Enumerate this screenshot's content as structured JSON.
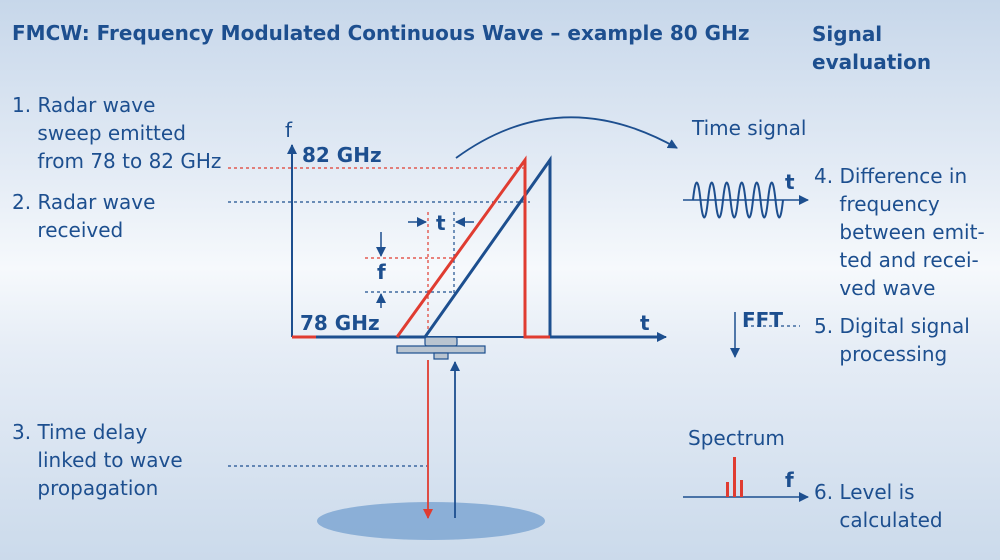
{
  "title": "FMCW: Frequency Modulated Continuous Wave – example 80 GHz",
  "signal_evaluation": "Signal\nevaluation",
  "steps": {
    "step1": "1. Radar wave\n    sweep emitted\n    from 78 to 82 GHz",
    "step2": "2. Radar wave\n    received",
    "step3": "3. Time delay\n    linked to wave\n    propagation",
    "step4": "4. Difference in\n    frequency\n    between emit-\n    ted and recei-\n    ved wave",
    "step5": "5. Digital signal\n    processing",
    "step6": "6. Level is\n    calculated"
  },
  "chart": {
    "f_axis": "f",
    "t_axis": "t",
    "freq_high": "82 GHz",
    "freq_low": "78 GHz",
    "delta_t": "t",
    "delta_f": "f"
  },
  "evaluation": {
    "time_signal": "Time signal",
    "time_axis": "t",
    "fft": "FFT",
    "spectrum": "Spectrum",
    "spectrum_axis": "f"
  },
  "colors": {
    "emitted": "#e03c31",
    "received": "#1d4f8f",
    "text": "#1d4f8f",
    "target": "#7fa7d2"
  }
}
